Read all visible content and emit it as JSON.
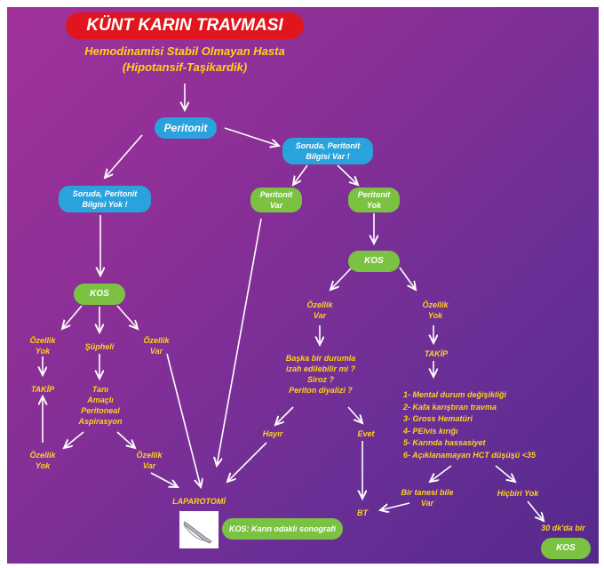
{
  "title": "KÜNT KARIN TRAVMASI",
  "subtitle": {
    "line1": "Hemodinamisi Stabil Olmayan Hasta",
    "line2": "(Hipotansif-Taşikardik)"
  },
  "nodes": {
    "peritonit": "Peritonit",
    "soruda_var": "Soruda, Peritonit\nBilgisi Var !",
    "soruda_yok": "Soruda, Peritonit\nBilgisi Yok !",
    "peritonit_var": "Peritonit\nVar",
    "peritonit_yok": "Peritonit\nYok",
    "kos_right": "KOS",
    "kos_left": "KOS",
    "ozellik_var_r": "Özellik\nVar",
    "ozellik_yok_r": "Özellik\nYok",
    "baska": "Başka bir durumla\nizah edilebilir mi ?\nSiroz ?\nPeriton diyalizi ?",
    "takip_r": "TAKİP",
    "hayir": "Hayır",
    "evet": "Evet",
    "ozellik_yok_l": "Özellik\nYok",
    "supheli": "Şüpheli",
    "ozellik_var_l": "Özellik\nVar",
    "takip_l": "TAKİP",
    "tani": "Tanı\nAmaçlı\nPeritoneal\nAspirasyon",
    "ozellik_yok_l2": "Özellik\nYok",
    "ozellik_var_l2": "Özellik\nVar",
    "laparotomi": "LAPAROTOMİ",
    "kos_sono": "KOS: Karın odaklı sonografi",
    "bir_tanesi": "Bir tanesi bile\nVar",
    "hicbiri": "Hiçbiri Yok",
    "bt": "BT",
    "otuz_dk": "30 dk'da bir",
    "kos_final": "KOS"
  },
  "criteria": [
    "1- Mental durum değişikliği",
    "2- Kafa karıştıran travma",
    "3- Gross Hematüri",
    "4- PElvis kırığı",
    "5- Karında hassasiyet",
    "6- Açıklanamayan HCT düşüşü <35"
  ],
  "colors": {
    "title_bg": "#e0151d",
    "blue_node": "#2aa3dc",
    "green_node": "#7cc242",
    "label_text": "#ffd21a"
  }
}
